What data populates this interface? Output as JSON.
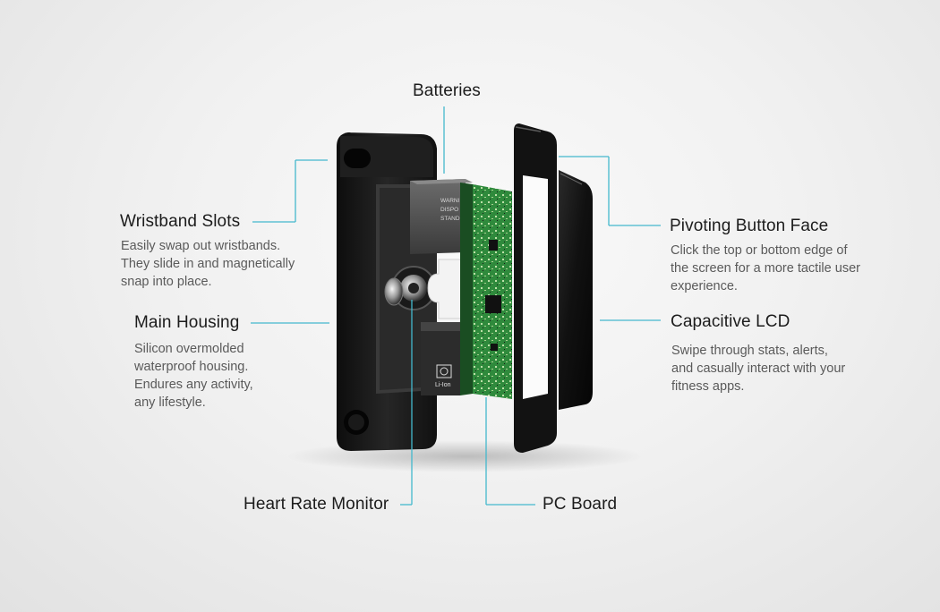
{
  "callouts": {
    "batteries": {
      "title": "Batteries"
    },
    "wristband_slots": {
      "title": "Wristband Slots",
      "lines": [
        "Easily swap out wristbands.",
        "They slide in and magnetically",
        "snap into place."
      ]
    },
    "main_housing": {
      "title": "Main Housing",
      "lines": [
        "Silicon overmolded",
        "waterproof housing.",
        "Endures any activity,",
        "any lifestyle."
      ]
    },
    "heart_rate_monitor": {
      "title": "Heart Rate Monitor"
    },
    "pc_board": {
      "title": "PC Board"
    },
    "pivoting_button_face": {
      "title": "Pivoting Button Face",
      "lines": [
        "Click the top or bottom edge of",
        "the screen for a more tactile user",
        "experience."
      ]
    },
    "capacitive_lcd": {
      "title": "Capacitive LCD",
      "lines": [
        "Swipe through stats, alerts,",
        "and casually interact with your",
        "fitness apps."
      ]
    }
  },
  "battery_label": {
    "lines": [
      "WARNI",
      "DISPO",
      "STAND"
    ],
    "chemistry": "Li-Ion"
  },
  "colors": {
    "leader_line": "#43b8cd",
    "device_body": "#151515",
    "pcb_green": "#2f8a3c",
    "background": "#efefef"
  }
}
